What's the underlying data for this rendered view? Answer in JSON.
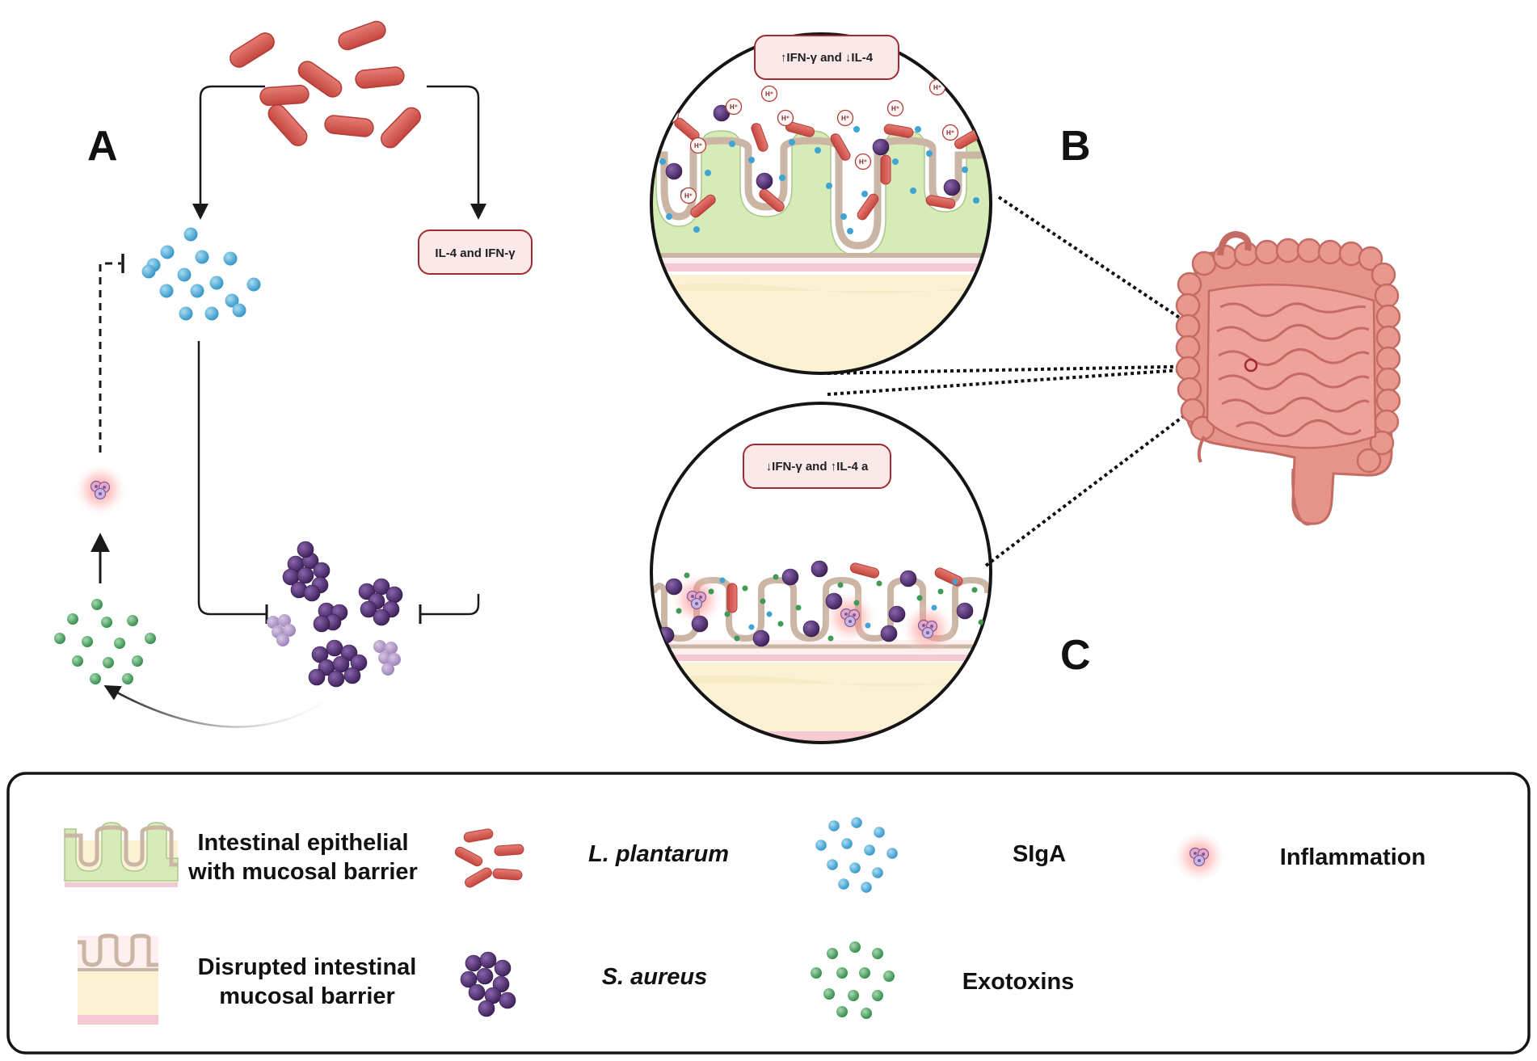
{
  "panels": {
    "a": "A",
    "b": "B",
    "c": "C"
  },
  "labels": {
    "il4_ifn": "IL-4 and IFN-γ",
    "panel_b_cytokines": "↑IFN-γ and ↓IL-4",
    "panel_c_cytokines": "↓IFN-γ and ↑IL-4 a",
    "proton": "H⁺"
  },
  "legend": {
    "epithelial_line1": "Intestinal epithelial",
    "epithelial_line2": "with mucosal barrier",
    "disrupted_line1": "Disrupted intestinal",
    "disrupted_line2": "mucosal barrier",
    "l_plantarum": "L. plantarum",
    "s_aureus": "S. aureus",
    "siga": "SIgA",
    "exotoxins": "Exotoxins",
    "inflammation": "Inflammation"
  },
  "colors": {
    "bacteria": "#d45a52",
    "bacteria_stroke": "#b23c36",
    "siga": "#3fa4d4",
    "exotoxin": "#3f9a55",
    "staph": "#4b2a6b",
    "pill_fill": "#fbe9ea",
    "pill_stroke": "#9e2b30",
    "mucus": "#cfe8b0",
    "epithelium": "#d8c8bc",
    "submucosa": "#fbf2d6",
    "muscle": "#f3c9d4",
    "intestine": "#e6938a"
  },
  "icons": {
    "bacteria": "rod-bacteria-icon",
    "siga": "siga-dots-icon",
    "exotoxin": "exotoxin-dots-icon",
    "staph": "staph-cluster-icon",
    "inflammation": "inflammation-cell-icon",
    "intestine": "intestine-organ-icon"
  }
}
